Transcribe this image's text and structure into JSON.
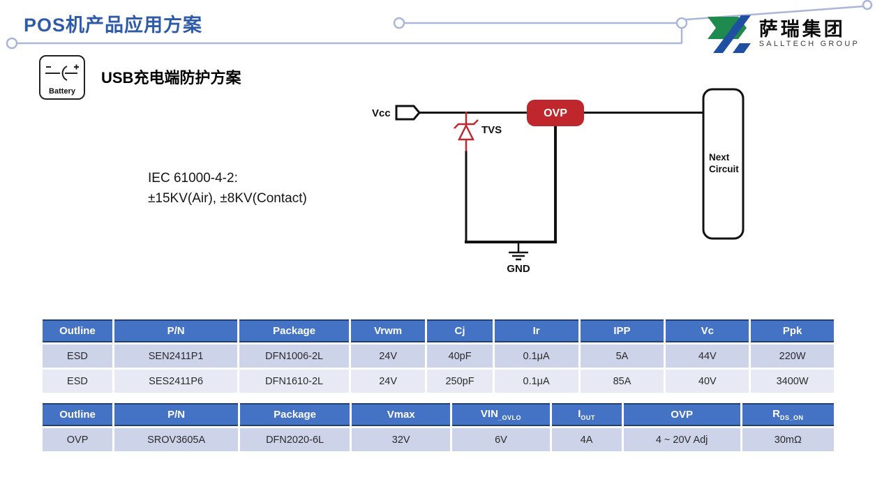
{
  "slide": {
    "title": "POS机产品应用方案",
    "logo": {
      "cn": "萨瑞集团",
      "en": "SALLTECH GROUP"
    },
    "battery_label": "Battery",
    "section_title_en": "USB",
    "section_title_cn": "充电端防护方案",
    "iec_line1": "IEC 61000-4-2:",
    "iec_line2": "±15KV(Air), ±8KV(Contact)"
  },
  "circuit": {
    "vcc_label": "Vcc",
    "tvs_label": "TVS",
    "ovp_label": "OVP",
    "gnd_label": "GND",
    "next_circuit_line1": "Next",
    "next_circuit_line2": "Circuit"
  },
  "colors": {
    "title_blue": "#2e5ba9",
    "trace_blue": "#a9b6da",
    "table_header_blue": "#4472c4",
    "table_header_border": "#24406f",
    "row_dark": "#cdd3e8",
    "row_light": "#e7eaf4",
    "circuit_red": "#c0272d",
    "logo_green": "#1f8a4d",
    "logo_blue": "#1e4fa1"
  },
  "esd_table": {
    "headers": [
      {
        "main": "Outline",
        "sub": ""
      },
      {
        "main": "P/N",
        "sub": ""
      },
      {
        "main": "Package",
        "sub": ""
      },
      {
        "main": "Vrwm",
        "sub": ""
      },
      {
        "main": "Cj",
        "sub": ""
      },
      {
        "main": "Ir",
        "sub": ""
      },
      {
        "main": "IPP",
        "sub": ""
      },
      {
        "main": "Vc",
        "sub": ""
      },
      {
        "main": "Ppk",
        "sub": ""
      }
    ],
    "rows": [
      [
        "ESD",
        "SEN2411P1",
        "DFN1006-2L",
        "24V",
        "40pF",
        "0.1μA",
        "5A",
        "44V",
        "220W"
      ],
      [
        "ESD",
        "SES2411P6",
        "DFN1610-2L",
        "24V",
        "250pF",
        "0.1μA",
        "85A",
        "40V",
        "3400W"
      ]
    ]
  },
  "ovp_table": {
    "headers": [
      {
        "main": "Outline",
        "sub": ""
      },
      {
        "main": "P/N",
        "sub": ""
      },
      {
        "main": "Package",
        "sub": ""
      },
      {
        "main": "Vmax",
        "sub": ""
      },
      {
        "main": "VIN",
        "sub": "_OVLO"
      },
      {
        "main": "I",
        "sub": "OUT"
      },
      {
        "main": "OVP",
        "sub": ""
      },
      {
        "main": "R",
        "sub": "DS_ON"
      }
    ],
    "rows": [
      [
        "OVP",
        "SROV3605A",
        "DFN2020-6L",
        "32V",
        "6V",
        "4A",
        "4 ~ 20V Adj",
        "30mΩ"
      ]
    ]
  }
}
